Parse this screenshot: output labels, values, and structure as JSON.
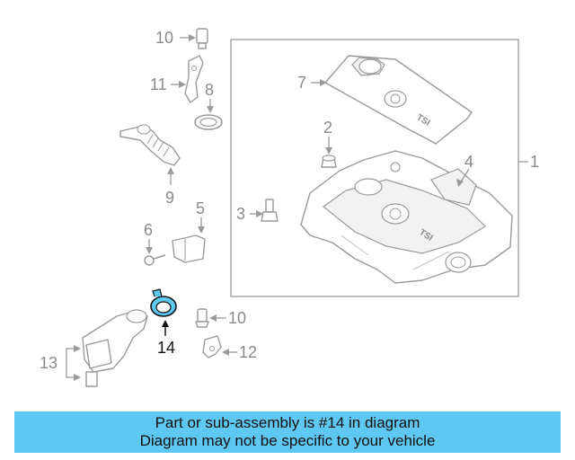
{
  "diagram": {
    "callouts": {
      "c1": "1",
      "c2": "2",
      "c3": "3",
      "c4": "4",
      "c5": "5",
      "c6": "6",
      "c7": "7",
      "c8": "8",
      "c9": "9",
      "c10a": "10",
      "c10b": "10",
      "c11": "11",
      "c12": "12",
      "c13": "13",
      "c14": "14"
    },
    "highlight_part": "14",
    "highlight_color": "#5ec7f2",
    "emblem_text": "TSI"
  },
  "banner": {
    "line1": "Part or sub-assembly is #14 in diagram",
    "line2": "Diagram may not be specific to your vehicle",
    "background": "#5ec7f2"
  }
}
